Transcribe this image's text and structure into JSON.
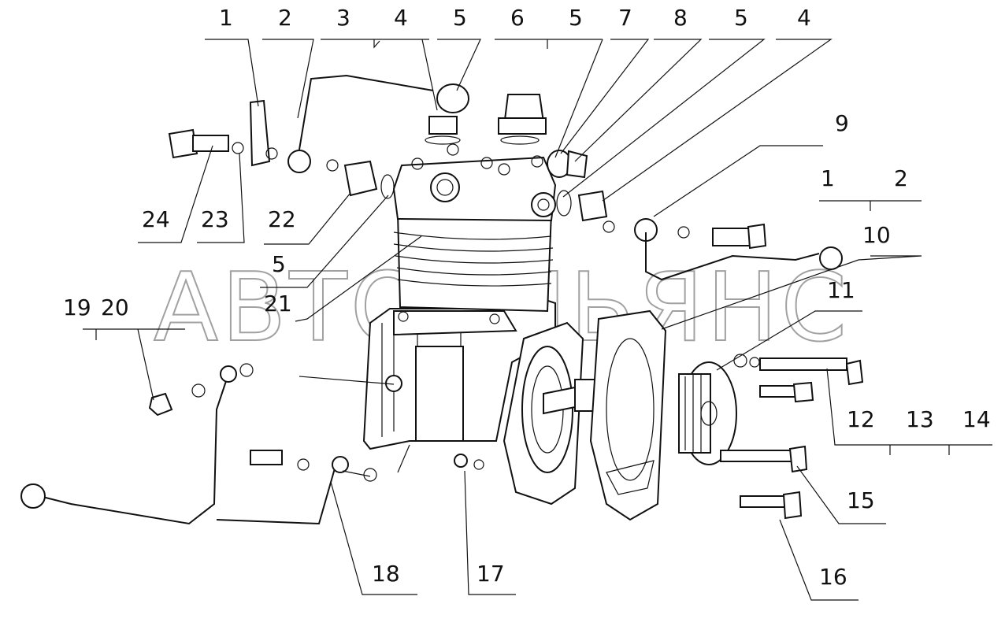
{
  "watermark": "АВТОАЛЬЯНС",
  "callouts": {
    "c1_top": "1",
    "c2_top": "2",
    "c3": "3",
    "c4_a": "4",
    "c5_a": "5",
    "c6": "6",
    "c5_b": "5",
    "c7": "7",
    "c8": "8",
    "c5_c": "5",
    "c4_b": "4",
    "c9": "9",
    "c1_right": "1",
    "c2_right": "2",
    "c10": "10",
    "c11": "11",
    "c12": "12",
    "c13": "13",
    "c14": "14",
    "c15": "15",
    "c16": "16",
    "c17": "17",
    "c18": "18",
    "c19": "19",
    "c20": "20",
    "c21": "21",
    "c22": "22",
    "c23": "23",
    "c24": "24",
    "c5_d": "5"
  }
}
